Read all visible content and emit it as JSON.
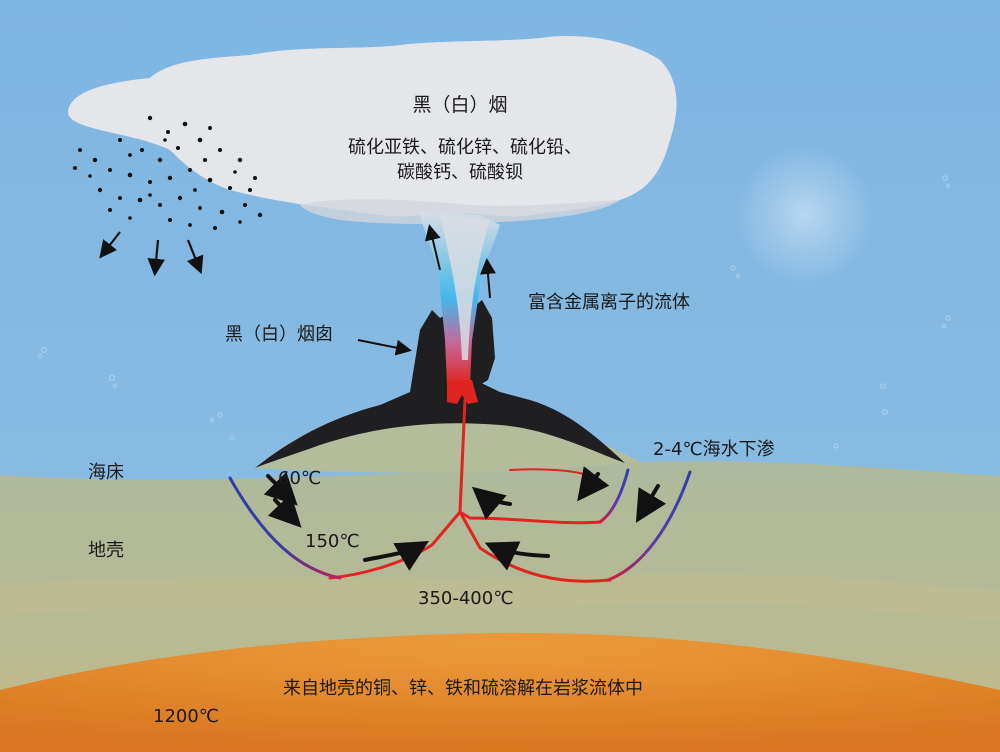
{
  "labels": {
    "smoke_title": "黑（白）烟",
    "smoke_minerals_1": "硫化亚铁、硫化锌、硫化铅、",
    "smoke_minerals_2": "碳酸钙、硫酸钡",
    "metal_fluid": "富含金属离子的流体",
    "chimney": "黑（白）烟囱",
    "seafloor": "海床",
    "crust": "地壳",
    "seawater_seep": "2-4℃海水下渗",
    "temp_60": "60℃",
    "temp_150": "150℃",
    "temp_350_400": "350-400℃",
    "magma_note": "来自地壳的铜、锌、铁和硫溶解在岩浆流体中",
    "temp_1200": "1200℃"
  },
  "colors": {
    "sea": "#84b8e0",
    "smoke": "#e4e6ea",
    "chimney": "#1f1f21",
    "crust_upper": "#b3bd9a",
    "crust_lower": "#c2ba8a",
    "magma": "#e0832a",
    "hot_fluid": "#e0201c",
    "cold_fluid": "#2c3fa8"
  }
}
